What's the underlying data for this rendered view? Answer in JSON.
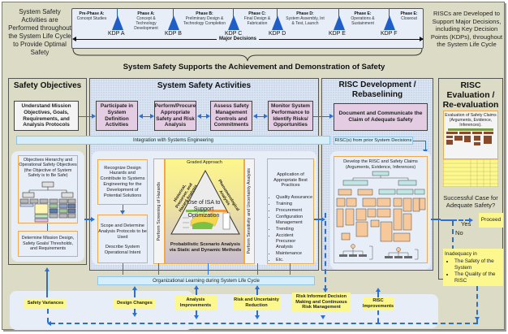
{
  "header": {
    "left_note": "System Safety Activities are Performed throughout the System Life Cycle to Provide Optimal Safety",
    "right_note": "RISCs are Developed to Support Major Decisions, including Key Decision Points (KDPs), throughout the System Life Cycle",
    "phases": [
      {
        "title": "Pre-Phase A:",
        "desc": "Concept Studies"
      },
      {
        "title": "Phase A:",
        "desc": "Concept & Technology Development"
      },
      {
        "title": "Phase B:",
        "desc": "Preliminary Design & Technology Completion"
      },
      {
        "title": "Phase C:",
        "desc": "Final Design & Fabrication"
      },
      {
        "title": "Phase D:",
        "desc": "System Assembly, Int & Test, Launch"
      },
      {
        "title": "Phase E:",
        "desc": "Operations & Sustainment"
      },
      {
        "title": "Phase E:",
        "desc": "Closeout"
      }
    ],
    "kdps": [
      "KDP A",
      "KDP B",
      "KDP C",
      "KDP D",
      "KDP E",
      "KDP F"
    ],
    "major_decisions_label": "Major Decisions"
  },
  "main_title": "System Safety Supports the Achievement and Demonstration of Safety",
  "sections": {
    "objectives": {
      "title": "Safety Objectives",
      "understand_box": "Understand Mission Objectives, Goals, Requirements, and Analysis Protocols",
      "hierarchy_box": "Objectives Hierarchy and Operational Safety Objectives (the Objective of System Safety is to Be Safe)",
      "determine_box": "Determine Mission Design, Safety Goals/ Thresholds, and Requirements"
    },
    "activities": {
      "title": "System Safety Activities",
      "steps": [
        "Participate in System Definition Activities",
        "Perform/Procure Appropriate Safety and Risk Analysis",
        "Assess Safety Management Controls and Commitments",
        "Monitor System Performance to Identify Risks/ Opportunities"
      ],
      "integration_band": "Integration with Systems Engineering",
      "recognize_box": "Recognize Design Hazards and Contribute to Systems Engineering for the Development of Potential Solutions",
      "scope_box": "Scope and Determine Analysis Protocols to be Used",
      "describe_box": "Describe System Operational Intent",
      "screening_label": "Perform Screening of Hazards",
      "graded_approach": "Graded Approach",
      "triangle_left": "Historical, Precursor, and Hazard Analysis",
      "triangle_right": "Phenomenological Analysis",
      "triangle_center": "Use of ISA to Support Optimization",
      "probabilistic": "Probabilistic Scenario Analysis via Static and Dynamic Methods",
      "sensitivity_label": "Perform Sensitivity and Uncertainty Analysis",
      "best_practices_title": "Application of Appropriate Best Practices",
      "best_practices": [
        "Quality Assurance",
        "Training",
        "Procurement",
        "Configuration Management",
        "Trending",
        "Accident Precursor Analysis",
        "Maintenance",
        "Etc."
      ],
      "org_learning_band": "Organizational Learning during System Life Cycle"
    },
    "risc_dev": {
      "title": "RISC Development / Rebaselining",
      "document_box": "Document and Communicate the Claim of Adequate Safety",
      "prior_decisions": "RISC(s) from prior System Decisions",
      "develop_box": "Develop the RISC and Safety Claims (Arguments, Evidence, Inferences)"
    },
    "risc_eval": {
      "title": "RISC Evaluation / Re-evaluation",
      "evaluation_box": "Evaluation of Safety Claims (Arguments, Evidence, Inferences).",
      "question": "Successful Case for Adequate Safety?",
      "yes_label": "Yes",
      "no_label": "No",
      "proceed": "Proceed",
      "inadequacy_title": "Inadequacy in",
      "inadequacy_items": [
        "The Safety of the System",
        "The Quality of the RISC"
      ]
    }
  },
  "feedback": [
    "Safety Variances",
    "Design Changes",
    "Analysis Improvements",
    "Risk and Uncertainty Reduction",
    "Risk Informed Decision Making and Continuous Risk Management",
    "RISC Improvements"
  ],
  "colors": {
    "frame_bg": "#dcdcc6",
    "grid_bg": "#ccd8ec",
    "purple_box": "#e4cde2",
    "band": "#d6eefa",
    "arrow_blue": "#2a6fd6",
    "kdp_blue": "#1f5ec9",
    "yellow_note": "#fcf88e",
    "orange_border": "#f0a848"
  }
}
